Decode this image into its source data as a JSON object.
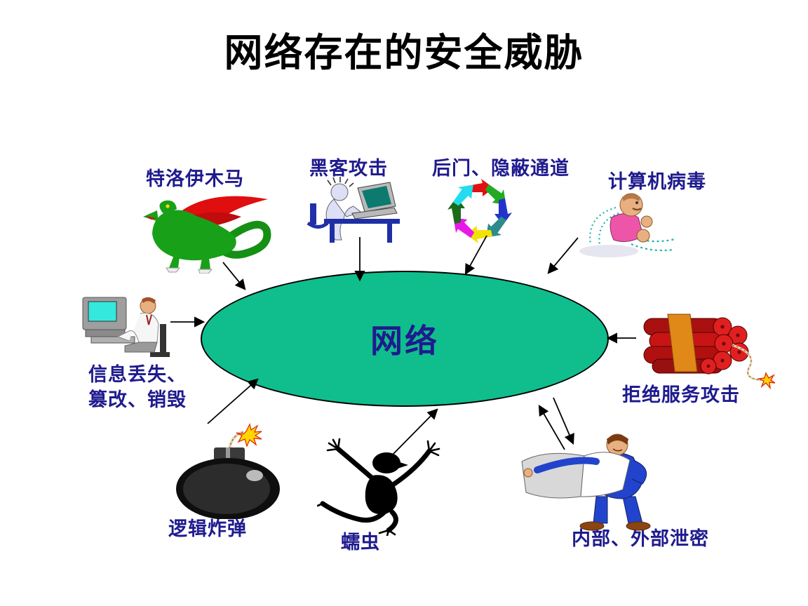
{
  "slide": {
    "title": "网络存在的安全威胁",
    "network_label": "网络",
    "threats": {
      "trojan": {
        "label": "特洛伊木马",
        "icon": "green-dragon-clipart"
      },
      "hacker": {
        "label": "黑客攻击",
        "icon": "person-typing-laptop-clipart"
      },
      "backdoor": {
        "label": "后门、隐蔽通道",
        "icon": "circular-color-arrows-clipart"
      },
      "virus": {
        "label": "计算机病毒",
        "icon": "sneezing-man-clipart"
      },
      "info_loss": {
        "label_line1": "信息丢失、",
        "label_line2": "篡改、销毁",
        "icon": "man-at-computer-clipart"
      },
      "dos": {
        "label": "拒绝服务攻击",
        "icon": "dynamite-bundle-clipart"
      },
      "logic_bomb": {
        "label": "逻辑炸弹",
        "icon": "round-bomb-clipart"
      },
      "worm": {
        "label": "蠕虫",
        "icon": "black-imp-silhouette-clipart"
      },
      "leak": {
        "label": "内部、外部泄密",
        "icon": "man-reading-newspaper-clipart"
      }
    },
    "connections": [
      {
        "from": "trojan",
        "to": "network",
        "bidirectional": false
      },
      {
        "from": "hacker",
        "to": "network",
        "bidirectional": false
      },
      {
        "from": "backdoor",
        "to": "network",
        "bidirectional": false
      },
      {
        "from": "virus",
        "to": "network",
        "bidirectional": false
      },
      {
        "from": "info_loss",
        "to": "network",
        "bidirectional": false
      },
      {
        "from": "dos",
        "to": "network",
        "bidirectional": false
      },
      {
        "from": "logic_bomb",
        "to": "network",
        "bidirectional": false
      },
      {
        "from": "worm",
        "to": "network",
        "bidirectional": false
      },
      {
        "from": "leak",
        "to": "network",
        "bidirectional": true
      }
    ],
    "colors": {
      "ellipse_fill": "#0FBE8C",
      "label_text": "#1F1B8E",
      "title_text": "#000000",
      "arrow": "#000000"
    }
  }
}
